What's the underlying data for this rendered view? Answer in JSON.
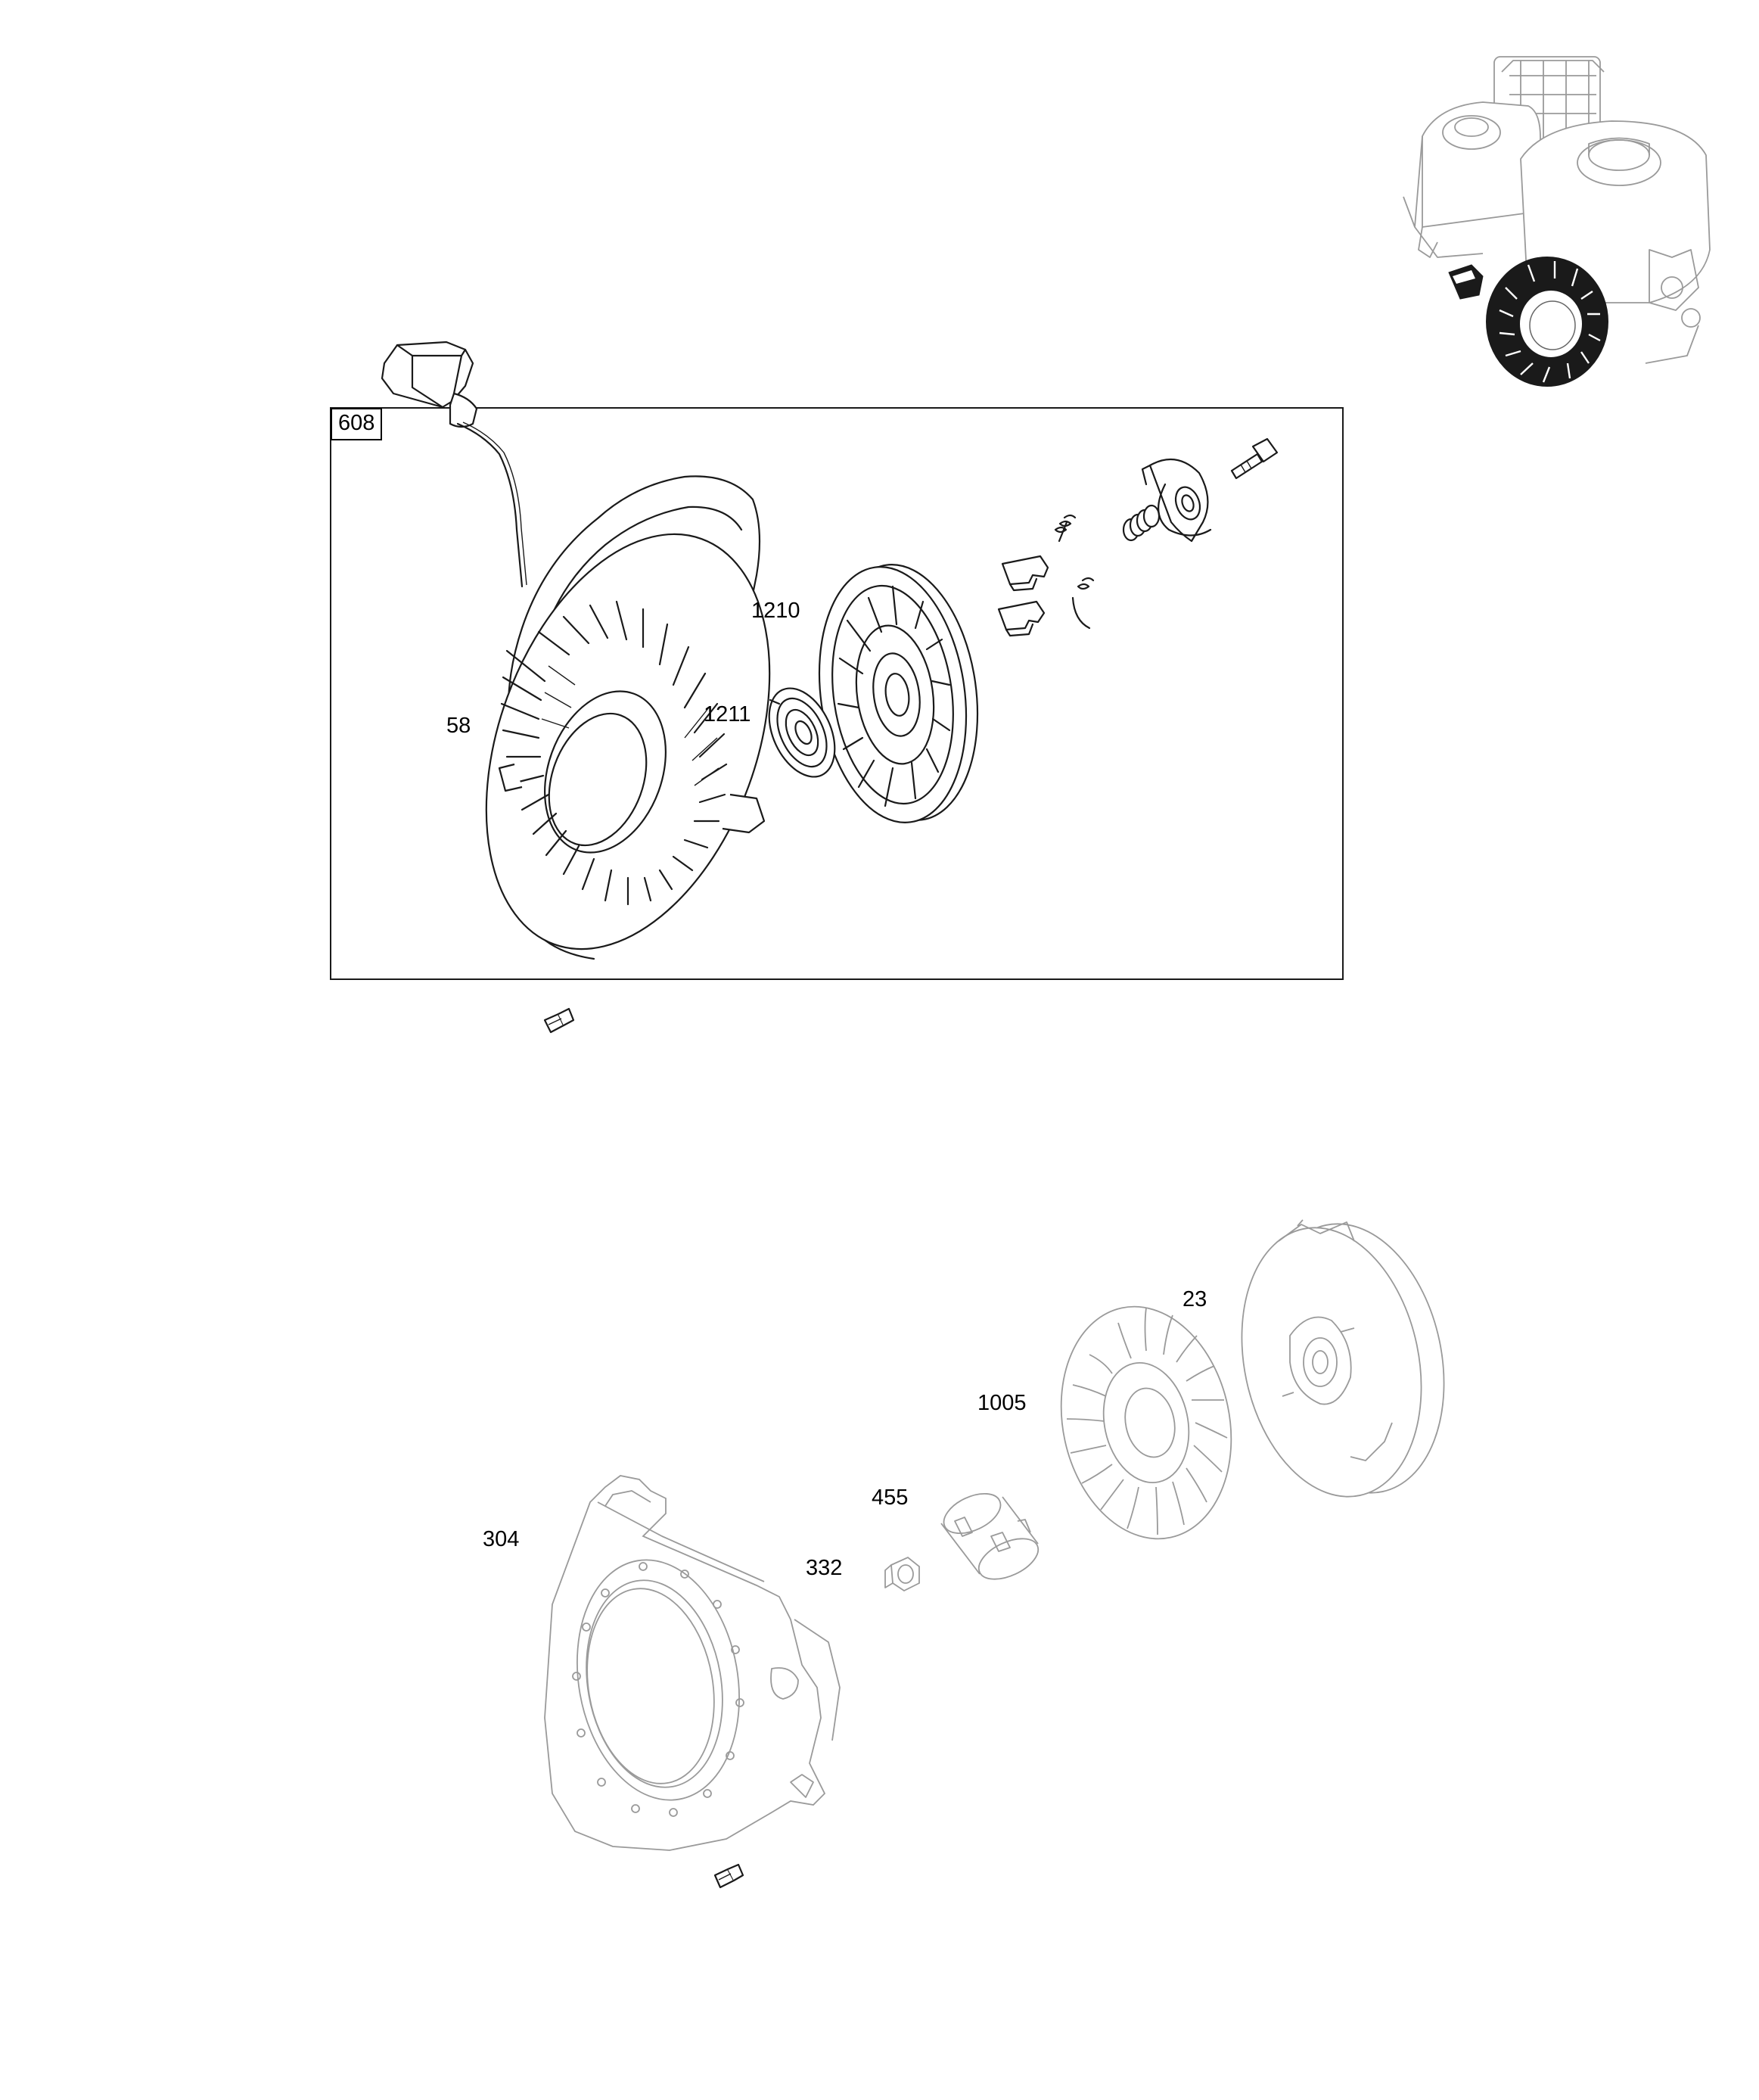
{
  "diagram": {
    "kit_box": {
      "callout": "608",
      "labels": [
        "58",
        "1210",
        "1211"
      ]
    },
    "lower_assembly": {
      "labels": [
        "23",
        "1005",
        "455",
        "304",
        "332"
      ]
    },
    "icons": {
      "locator": "engine-locator-icon",
      "recoil_housing": "recoil-starter-housing-icon",
      "handle": "starter-handle-icon",
      "pulley": "rope-pulley-icon",
      "spring": "recoil-spring-icon",
      "flywheel": "flywheel-icon",
      "fan": "cooling-fan-icon",
      "cup": "starter-cup-icon",
      "shroud": "blower-housing-icon",
      "nut": "flywheel-nut-icon",
      "screw": "screw-icon"
    },
    "line_color": "#1a1a1a",
    "ghost_color": "#9a9a9a"
  }
}
